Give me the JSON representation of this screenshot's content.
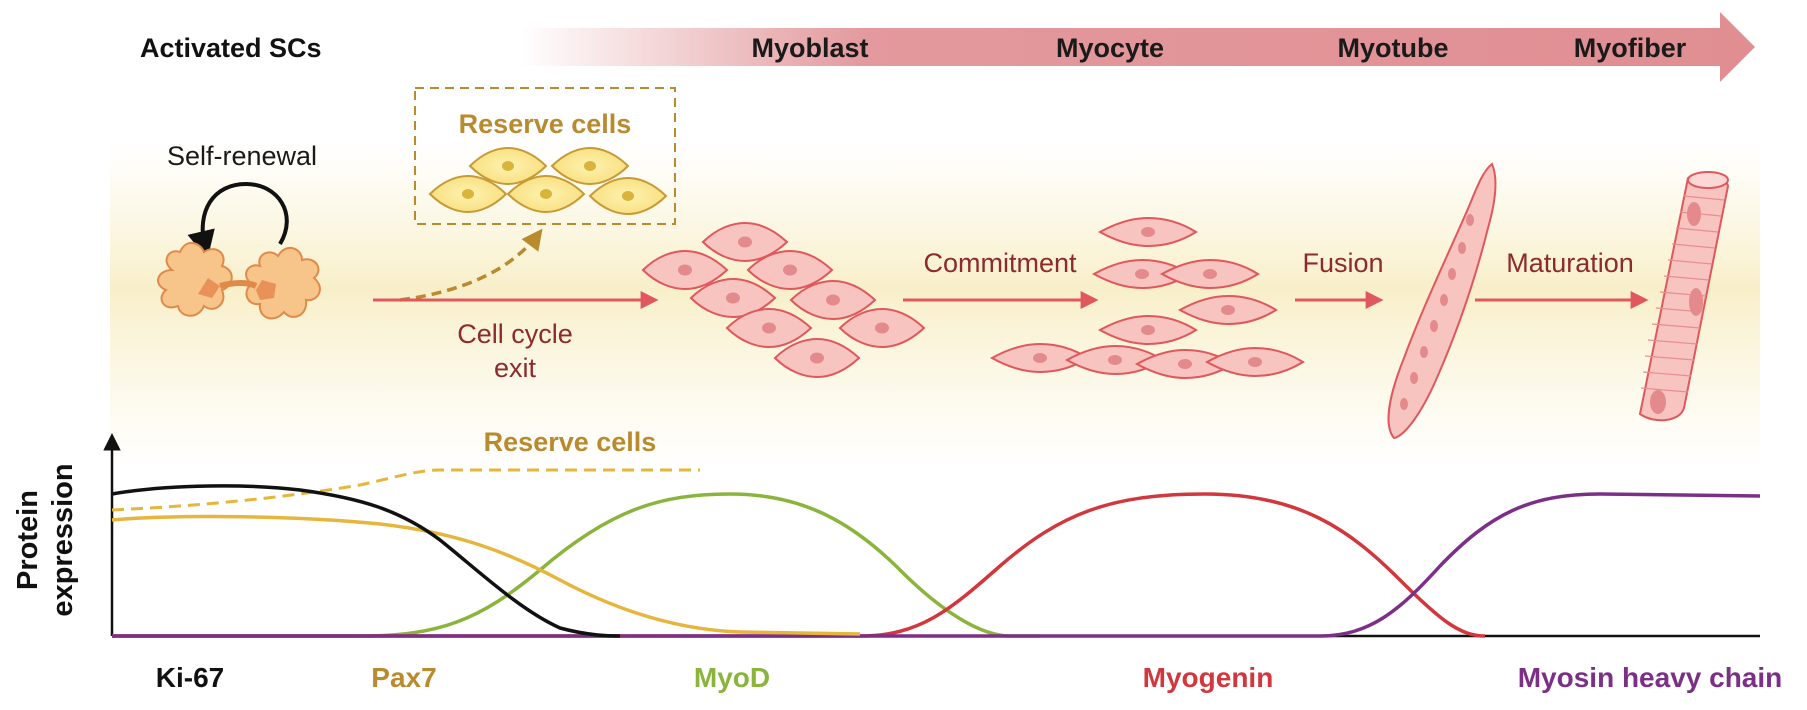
{
  "stage_bar": {
    "start_label": "Activated SCs",
    "stages": [
      "Myoblast",
      "Myocyte",
      "Myotube",
      "Myofiber"
    ]
  },
  "top_panel": {
    "self_renewal": "Self-renewal",
    "reserve_box_label": "Reserve cells",
    "cell_cycle_exit_line1": "Cell cycle",
    "cell_cycle_exit_line2": "exit",
    "commitment": "Commitment",
    "fusion": "Fusion",
    "maturation": "Maturation"
  },
  "plot": {
    "ylabel_line1": "Protein",
    "ylabel_line2": "expression",
    "reserve_curve_label": "Reserve cells"
  },
  "markers": [
    {
      "name": "Ki-67",
      "color": "#111111"
    },
    {
      "name": "Pax7",
      "color": "#b98a2e"
    },
    {
      "name": "MyoD",
      "color": "#8bb43c"
    },
    {
      "name": "Myogenin",
      "color": "#d1373c"
    },
    {
      "name": "Myosin heavy chain",
      "color": "#7b2f86"
    }
  ],
  "colors": {
    "stage_arrow": "#e08e92",
    "cell_fill": "#f7c4c0",
    "cell_stroke": "#e0575c",
    "reserve_gold": "#b98a2e",
    "dark_red_text": "#8c2a2e",
    "pax7_curve": "#e6b63c",
    "band": "#fbf4d8"
  }
}
